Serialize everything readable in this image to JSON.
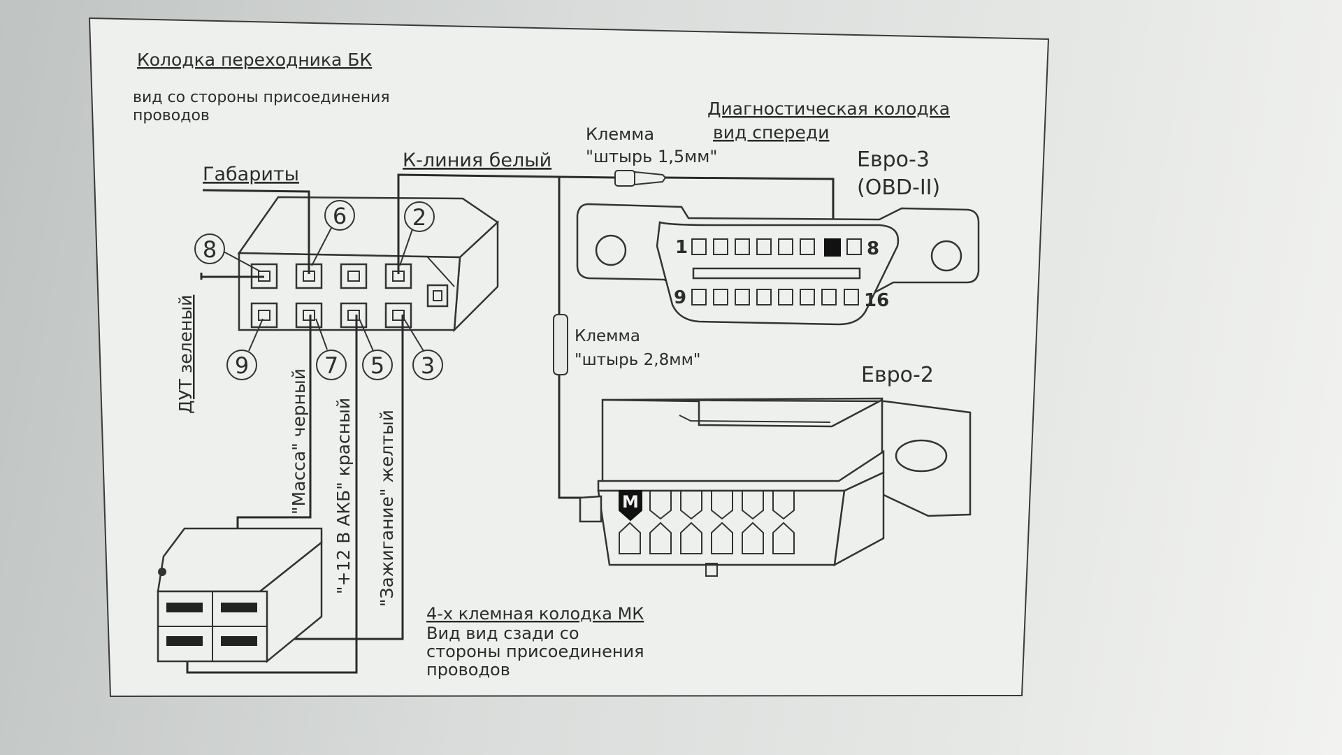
{
  "adapter_block": {
    "title": "Колодка переходника БК",
    "subtitle_line1": "вид со стороны присоединения",
    "subtitle_line2": "проводов",
    "pins": {
      "p2": "2",
      "p3": "3",
      "p5": "5",
      "p6": "6",
      "p7": "7",
      "p8": "8",
      "p9": "9"
    }
  },
  "wires": {
    "gabarity": "Габариты",
    "k_line": "К-линия белый",
    "dut": "ДУТ зеленый",
    "massa": "\"Масса\"  черный",
    "akb": "\"+12 В АКБ\" красный",
    "ignition": "\"Зажигание\"  желтый"
  },
  "terminal_15": {
    "line1": "Клемма",
    "line2": "\"штырь 1,5мм\""
  },
  "terminal_28": {
    "line1": "Клемма",
    "line2": "\"штырь 2,8мм\""
  },
  "diagnostic": {
    "title_line1": "Диагностическая колодка",
    "title_line2": "вид спереди"
  },
  "euro3": {
    "title_line1": "Евро-3",
    "title_line2": "(OBD-II)",
    "pin1": "1",
    "pin8": "8",
    "pin9": "9",
    "pin16": "16"
  },
  "euro2": {
    "title": "Евро-2",
    "m_label": "M"
  },
  "mk_block": {
    "line1": "4-х клемная колодка МК",
    "line2": "Вид вид сзади со",
    "line3": "стороны присоединения",
    "line4": "проводов"
  }
}
